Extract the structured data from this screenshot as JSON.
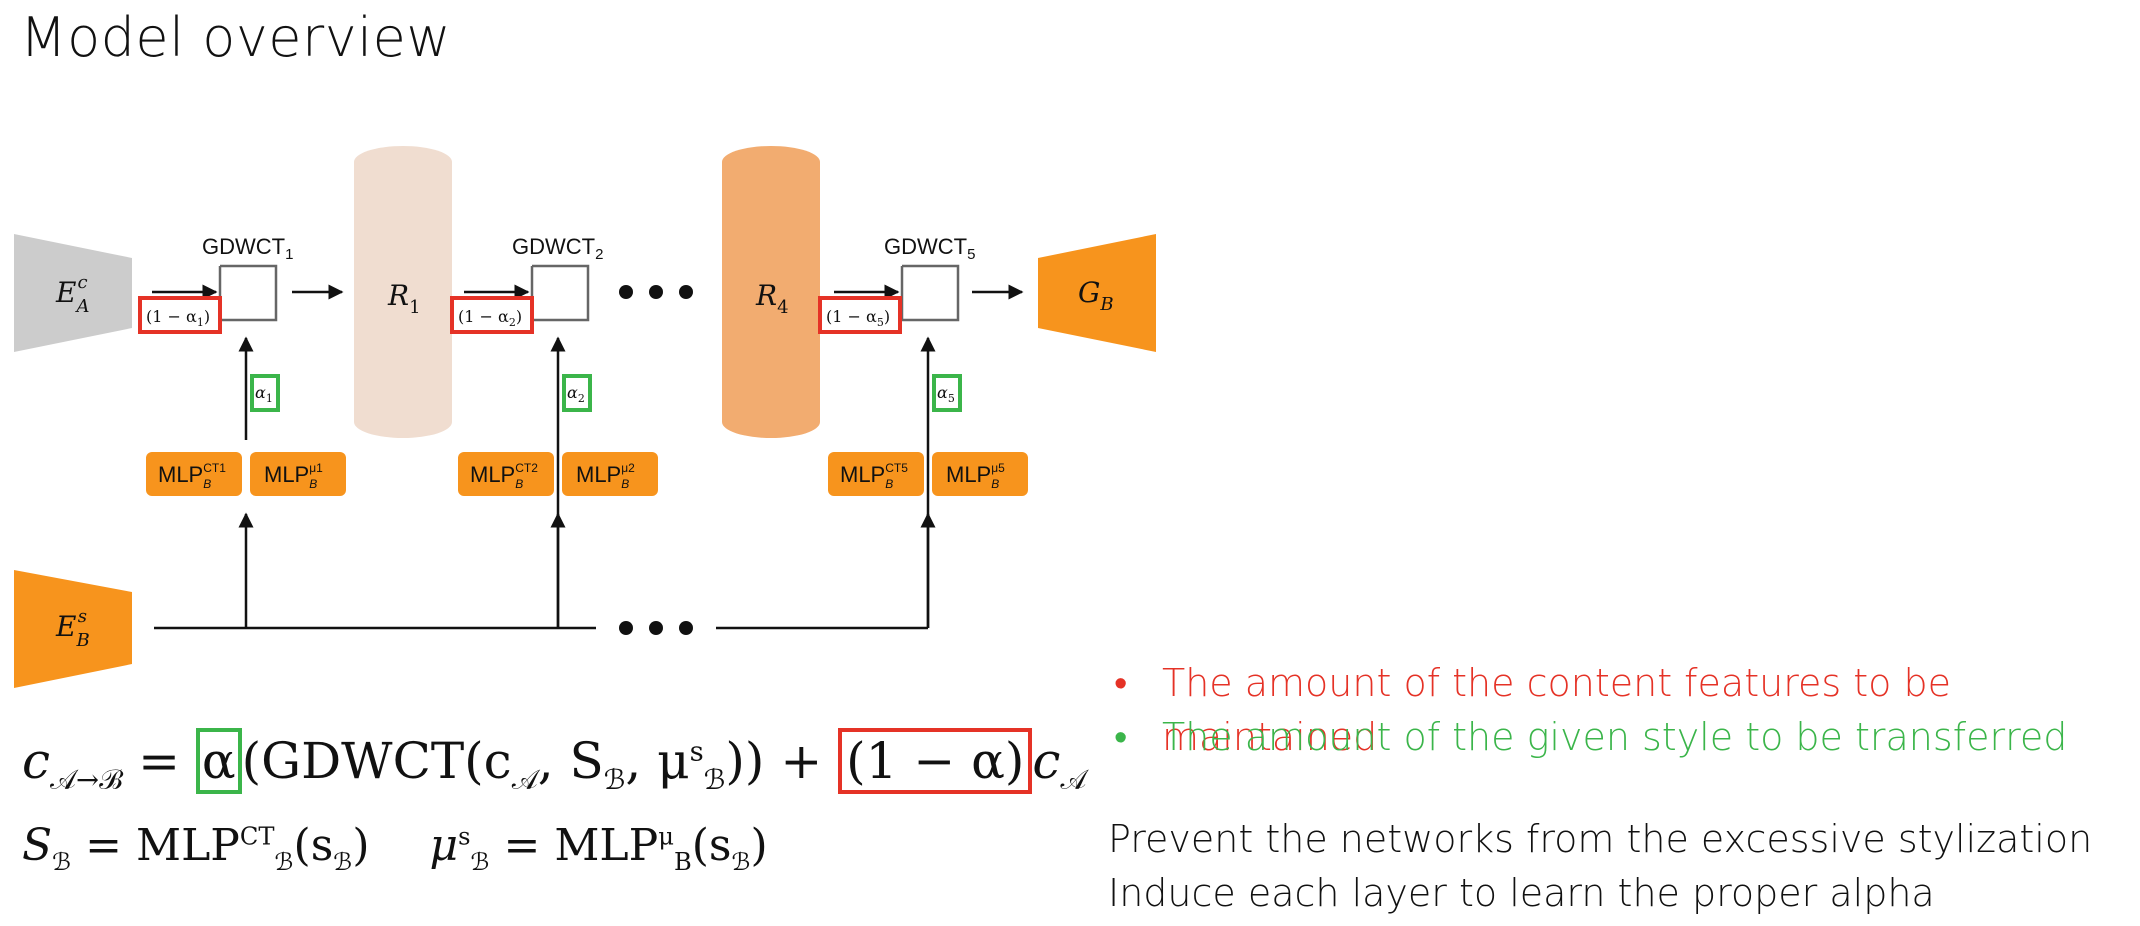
{
  "title": "Model overview",
  "diagram": {
    "gdwct_labels": [
      {
        "base": "GDWCT",
        "sub": "1"
      },
      {
        "base": "GDWCT",
        "sub": "2"
      },
      {
        "base": "GDWCT",
        "sub": "5"
      }
    ],
    "one_minus_alpha": [
      "(1 − α",
      "1",
      ")"
    ],
    "alpha_labels": [
      "1",
      "2",
      "5"
    ],
    "content_encoder": {
      "base": "E",
      "sub": "A",
      "sup": "c"
    },
    "style_encoder": {
      "base": "E",
      "sub": "B",
      "sup": "s"
    },
    "generator": {
      "base": "G",
      "sub": "B"
    },
    "residual_blocks": [
      {
        "base": "R",
        "sub": "1"
      },
      {
        "base": "R",
        "sub": "4"
      }
    ],
    "mlp_ct": [
      {
        "base": "MLP",
        "sub": "B",
        "sup": "CT1"
      },
      {
        "base": "MLP",
        "sub": "B",
        "sup": "CT2"
      },
      {
        "base": "MLP",
        "sub": "B",
        "sup": "CT5"
      }
    ],
    "mlp_mu": [
      {
        "base": "MLP",
        "sub": "B",
        "sup": "μ1"
      },
      {
        "base": "MLP",
        "sub": "B",
        "sup": "μ2"
      },
      {
        "base": "MLP",
        "sub": "B",
        "sup": "μ5"
      }
    ],
    "colors": {
      "encoder_gray": "#cccccc",
      "residual_light": "#f0ddd0",
      "residual_dark": "#f2ac70",
      "orange": "#f7941d",
      "red_box": "#e53226",
      "green_box": "#3bb54a"
    }
  },
  "equations": {
    "eq1": {
      "lhs": "c",
      "lhs_sub": "𝒜→ℬ",
      "equals": " = ",
      "alpha": "α",
      "func_open": "(GDWCT(c",
      "sub_a": "𝒜",
      "mid": ", S",
      "sub_b": "ℬ",
      "mu": ", μ",
      "mu_sup": "s",
      "mu_sub": "ℬ",
      "close": ")) + ",
      "one_minus_alpha": "(1 − α)",
      "tail": "c",
      "tail_sub": "𝒜"
    },
    "eq2": {
      "s_lhs": "S",
      "s_sub": "ℬ",
      "eq_a": " = MLP",
      "ct_sup": "CT",
      "ct_sub": "ℬ",
      "arg_a": "(s",
      "arg_a_sub": "ℬ",
      "arg_a_close": ")",
      "mu_lhs": "μ",
      "mu_sup": "s",
      "mu_sub": "ℬ",
      "eq_b": " = MLP",
      "mlp_mu_sup": "μ",
      "mlp_mu_sub": "B",
      "arg_b": "(s",
      "arg_b_sub": "ℬ",
      "arg_b_close": ")"
    }
  },
  "bullets": [
    {
      "dot": "•",
      "text": "The amount of the content features to be maintained",
      "color": "#e53226"
    },
    {
      "dot": "•",
      "text": "The amount of the given style to be transferred",
      "color": "#3bb54a"
    }
  ],
  "notes": [
    "Prevent the networks from the excessive stylization",
    "Induce each layer to learn the proper alpha"
  ]
}
